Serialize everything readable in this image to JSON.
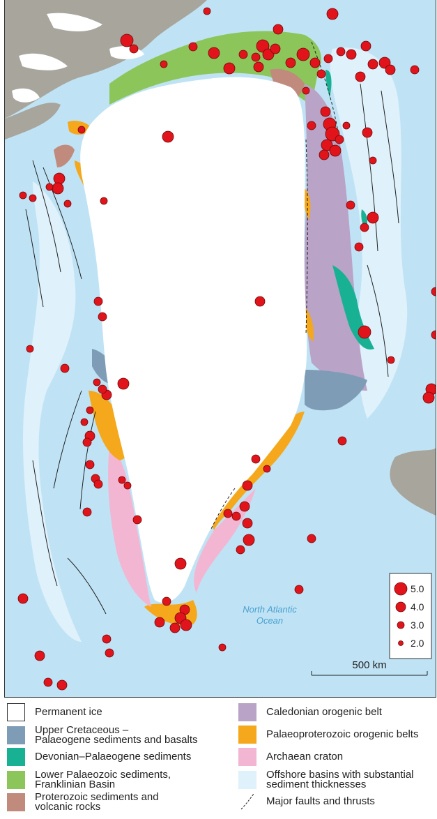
{
  "map": {
    "ocean_label_line1": "North Atlantic",
    "ocean_label_line2": "Ocean",
    "scale_bar_label": "500 km",
    "magnitude_legend": [
      {
        "label": "5.0",
        "magnitude": 5.0
      },
      {
        "label": "4.0",
        "magnitude": 4.0
      },
      {
        "label": "3.0",
        "magnitude": 3.0
      },
      {
        "label": "2.0",
        "magnitude": 2.0
      }
    ]
  },
  "colors": {
    "sea": "#bfe3f5",
    "offshore_basin": "#dff1fb",
    "land_other": "#a7a59c",
    "ice": "#ffffff",
    "upper_cretaceous": "#7f9cb7",
    "devonian_palaeogene": "#19b194",
    "lower_palaeozoic": "#8cc65a",
    "proterozoic_volcanic": "#c08b7c",
    "caledonian": "#b9a3c6",
    "palaeoproterozoic": "#f5a81c",
    "archaean": "#f3b6d2",
    "quake_fill": "#e2141b",
    "quake_stroke": "#6a0a0a",
    "fault_line": "#222222"
  },
  "legend": {
    "permanent_ice": "Permanent ice",
    "upper_cretaceous": "Upper Cretaceous –\nPalaeogene sediments and basalts",
    "devonian_palaeogene": "Devonian–Palaeogene sediments",
    "lower_palaeozoic": "Lower Palaeozoic sediments,\nFranklinian Basin",
    "proterozoic": "Proterozoic sediments and\nvolcanic rocks",
    "caledonian": "Caledonian orogenic belt",
    "palaeoproterozoic": "Palaeoproterozoic orogenic belts",
    "archaean": "Archaean craton",
    "offshore": "Offshore basins with substantial\nsediment thicknesses",
    "faults": "Major faults and thrusts"
  }
}
